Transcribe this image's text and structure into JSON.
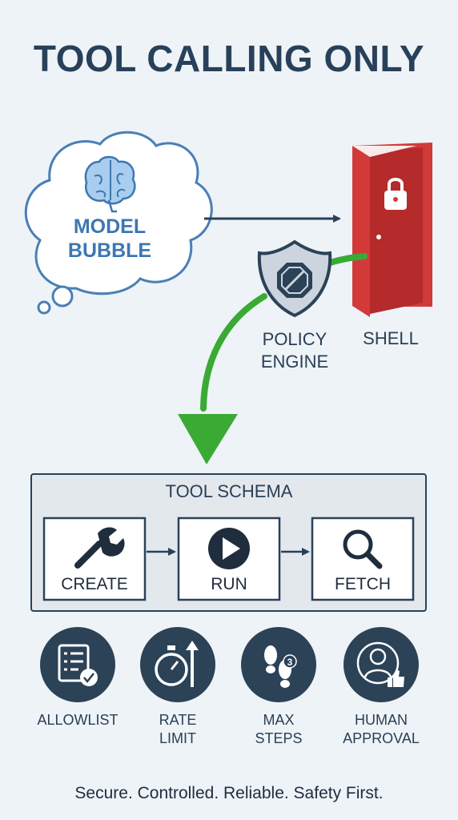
{
  "title": "TOOL CALLING ONLY",
  "model_bubble": {
    "line1": "MODEL",
    "line2": "BUBBLE",
    "icon": "brain-icon"
  },
  "policy_engine": {
    "line1": "POLICY",
    "line2": "ENGINE",
    "icon": "stop-shield-icon"
  },
  "shell": {
    "label": "SHELL",
    "icon": "locked-door-icon"
  },
  "tool_schema": {
    "title": "TOOL SCHEMA",
    "tools": [
      {
        "label": "CREATE",
        "icon": "wrench-icon"
      },
      {
        "label": "RUN",
        "icon": "play-icon"
      },
      {
        "label": "FETCH",
        "icon": "magnifier-icon"
      }
    ]
  },
  "controls": [
    {
      "line1": "ALLOWLIST",
      "line2": "",
      "icon": "checklist-icon"
    },
    {
      "line1": "RATE",
      "line2": "LIMIT",
      "icon": "stopwatch-icon"
    },
    {
      "line1": "MAX",
      "line2": "STEPS",
      "icon": "footsteps-icon"
    },
    {
      "line1": "HUMAN",
      "line2": "APPROVAL",
      "icon": "user-approval-icon"
    }
  ],
  "footer": "Secure. Controlled. Reliable. Safety First.",
  "colors": {
    "background": "#eef3f7",
    "title": "#28415a",
    "bubble_stroke": "#4a7fb5",
    "door_red": "#d23a3a",
    "allowed_green": "#3aaa35",
    "dark_circle": "#2b4257"
  }
}
